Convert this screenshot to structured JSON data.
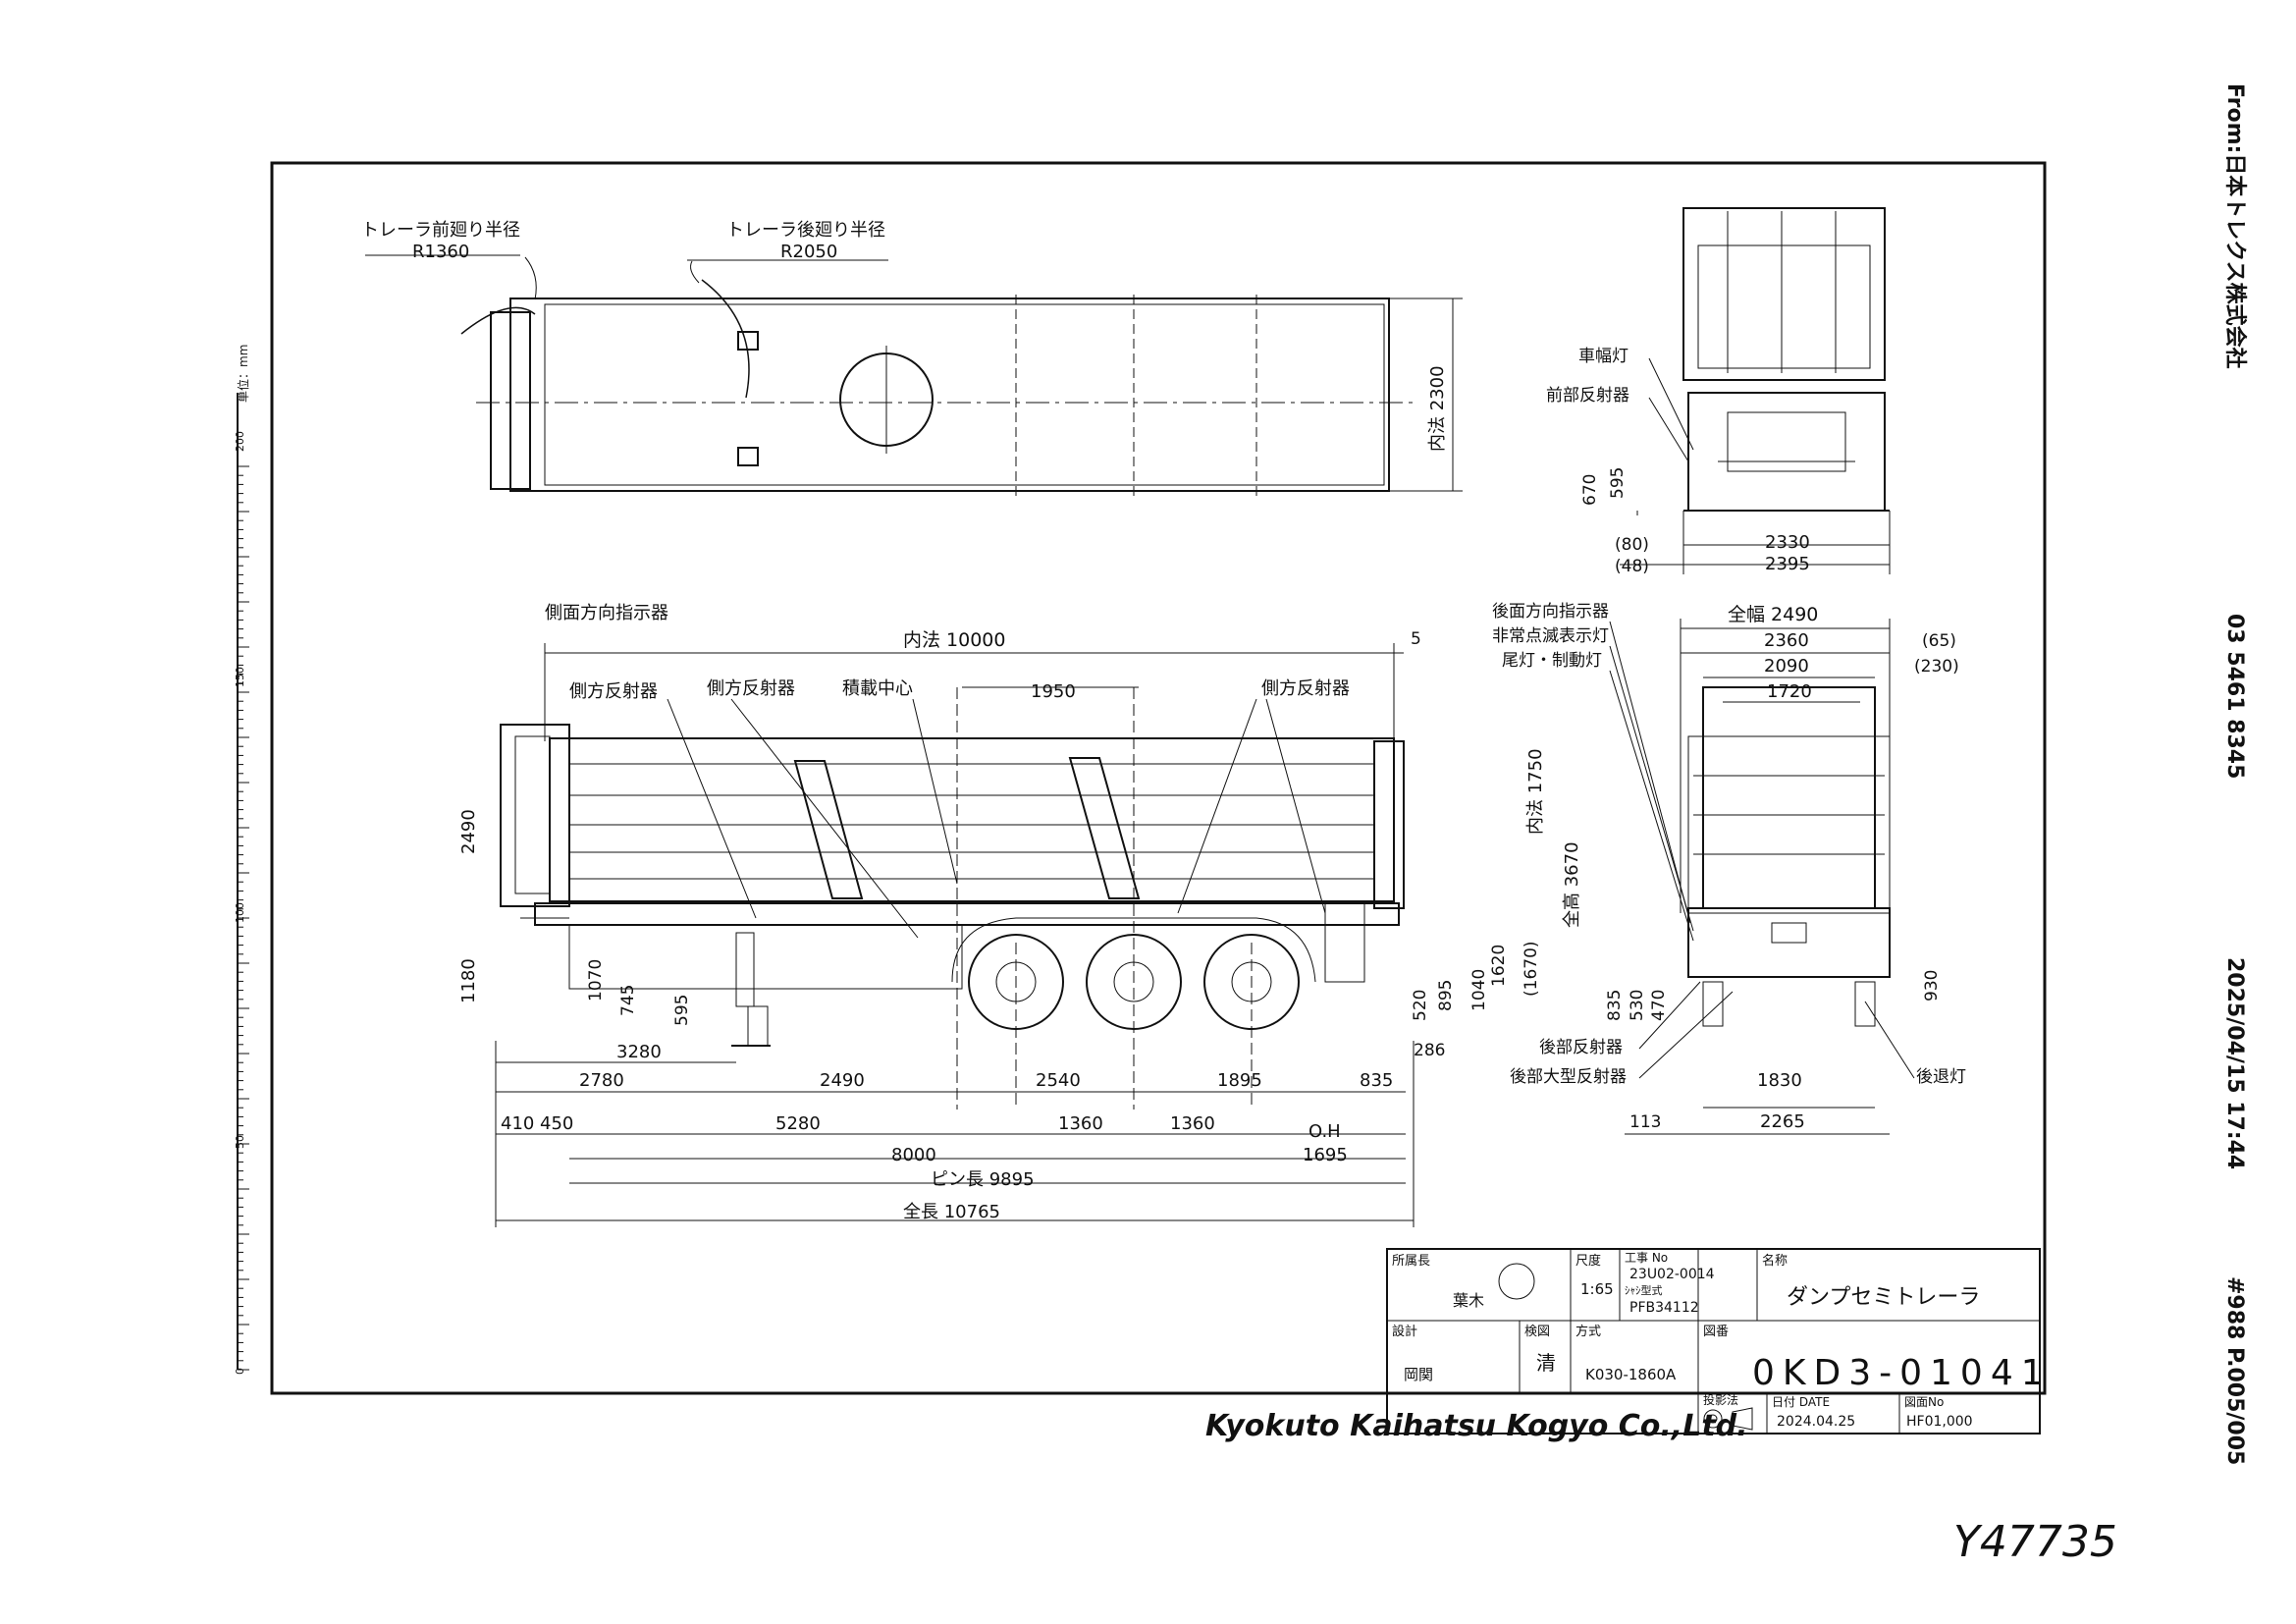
{
  "fax_header": {
    "from": "From:日本トレクス株式会社",
    "phone": "03 5461 8345",
    "datetime": "2025/04/15 17:44",
    "page": "#988 P.005/005"
  },
  "scale_ruler": {
    "unit_label": "単位：mm",
    "ticks": [
      "0",
      "50",
      "100",
      "150",
      "200"
    ]
  },
  "top_view": {
    "front_radius_label": "トレーラ前廻り半径",
    "front_radius_value": "R1360",
    "rear_radius_label": "トレーラ後廻り半径",
    "rear_radius_value": "R2050",
    "inner_width": "内法 2300"
  },
  "side_view": {
    "labels": {
      "side_turn_signal": "側面方向指示器",
      "side_reflector_1": "側方反射器",
      "side_reflector_2": "側方反射器",
      "side_reflector_3": "側方反射器",
      "load_center": "積載中心"
    },
    "dims": {
      "inner_length": "内法 10000",
      "d5": "5",
      "d1950": "1950",
      "inner_height": "内法 1750",
      "overall_height": "全高 3670",
      "d2490v": "2490",
      "d1180": "1180",
      "d1070": "1070",
      "d745": "745",
      "d595": "595",
      "d1620": "1620",
      "d1670": "(1670)",
      "d1040": "1040",
      "d895": "895",
      "d520": "520",
      "d3280": "3280",
      "d2780": "2780",
      "d2490": "2490",
      "d2540": "2540",
      "d1895": "1895",
      "d835": "835",
      "d286": "286",
      "d410": "410",
      "d450": "450",
      "d5280": "5280",
      "d1360a": "1360",
      "d1360b": "1360",
      "oh": "O.H",
      "d8000": "8000",
      "d1695": "1695",
      "pin_length": "ピン長 9895",
      "overall_length": "全長 10765"
    }
  },
  "front_view": {
    "labels": {
      "clearance_lamp": "車幅灯",
      "front_reflector": "前部反射器"
    },
    "dims": {
      "d670": "670",
      "d595": "595",
      "d80": "(80)",
      "d48": "(48)",
      "d2330": "2330",
      "d2395": "2395"
    }
  },
  "rear_view": {
    "labels": {
      "rear_turn_signal": "後面方向指示器",
      "hazard_lamp": "非常点滅表示灯",
      "tail_stop_lamp": "尾灯・制動灯",
      "rear_reflector": "後部反射器",
      "rear_large_reflector": "後部大型反射器",
      "reverse_lamp": "後退灯"
    },
    "dims": {
      "overall_width": "全幅 2490",
      "d2360": "2360",
      "d65": "(65)",
      "d2090": "2090",
      "d230": "(230)",
      "d1720": "1720",
      "d835": "835",
      "d530": "530",
      "d470": "470",
      "d930": "930",
      "d1830": "1830",
      "d113": "113",
      "d2265": "2265"
    }
  },
  "title_block": {
    "dept_label": "所属長",
    "dept_name": "葉木",
    "scale_label": "尺度",
    "scale": "1:65",
    "work_no_label": "工事 No",
    "work_no": "23U02-0014",
    "model_label": "ｼｬｼ型式",
    "model": "PFB34112",
    "name_label": "名称",
    "name": "ダンプセミトレーラ",
    "drawn_label": "設計",
    "drawn_by": "岡関",
    "checked_label": "検図",
    "checked_by": "清",
    "format_label": "方式",
    "format": "K030-1860A",
    "drawing_no_label": "図番",
    "drawing_no": "0KD3-01041",
    "proj_label": "投影法",
    "date_label": "日付 DATE",
    "date": "2024.04.25",
    "file_label": "図面No",
    "file_no": "HF01,000"
  },
  "company": "Kyokuto Kaihatsu Kogyo Co.,Ltd.",
  "handwritten": "Y47735"
}
